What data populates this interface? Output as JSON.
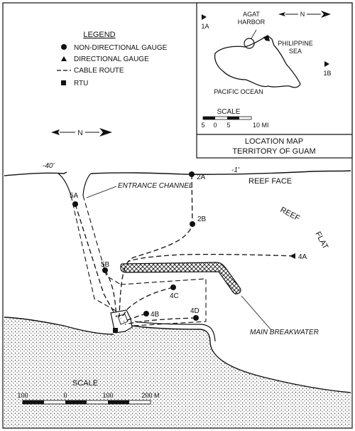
{
  "legend": {
    "title": "LEGEND",
    "items": [
      {
        "symbol": "circle",
        "label": "NON-DIRECTIONAL GAUGE"
      },
      {
        "symbol": "triangle",
        "label": "DIRECTIONAL GAUGE"
      },
      {
        "symbol": "dash",
        "label": "CABLE ROUTE"
      },
      {
        "symbol": "square",
        "label": "RTU"
      }
    ]
  },
  "north_main": "N",
  "north_inset": "N",
  "inset": {
    "title_line1": "LOCATION MAP",
    "title_line2": "TERRITORY OF GUAM",
    "harbor_line1": "AGAT",
    "harbor_line2": "HARBOR",
    "sea_line1": "PHILIPPINE",
    "sea_line2": "SEA",
    "ocean": "PACIFIC OCEAN",
    "marker_1a": "1A",
    "marker_1b": "1B",
    "scale_title": "SCALE",
    "scale_ticks": [
      "5",
      "0",
      "5",
      "10 MI"
    ]
  },
  "labels": {
    "depth_40": "-40'",
    "depth_1": "-1'",
    "reef_face": "REEF FACE",
    "reef": "REEF",
    "flat": "FLAT",
    "entrance_channel": "ENTRANCE CHANNEL",
    "main_breakwater": "MAIN BREAKWATER"
  },
  "gauges": [
    {
      "id": "2A",
      "type": "circle"
    },
    {
      "id": "5A",
      "type": "circle"
    },
    {
      "id": "2B",
      "type": "circle"
    },
    {
      "id": "5B",
      "type": "circle"
    },
    {
      "id": "4A",
      "type": "triangle"
    },
    {
      "id": "4C",
      "type": "circle"
    },
    {
      "id": "4B",
      "type": "circle"
    },
    {
      "id": "4D",
      "type": "circle"
    }
  ],
  "scale": {
    "title": "SCALE",
    "ticks": [
      "100",
      "0",
      "100",
      "200 M"
    ]
  }
}
